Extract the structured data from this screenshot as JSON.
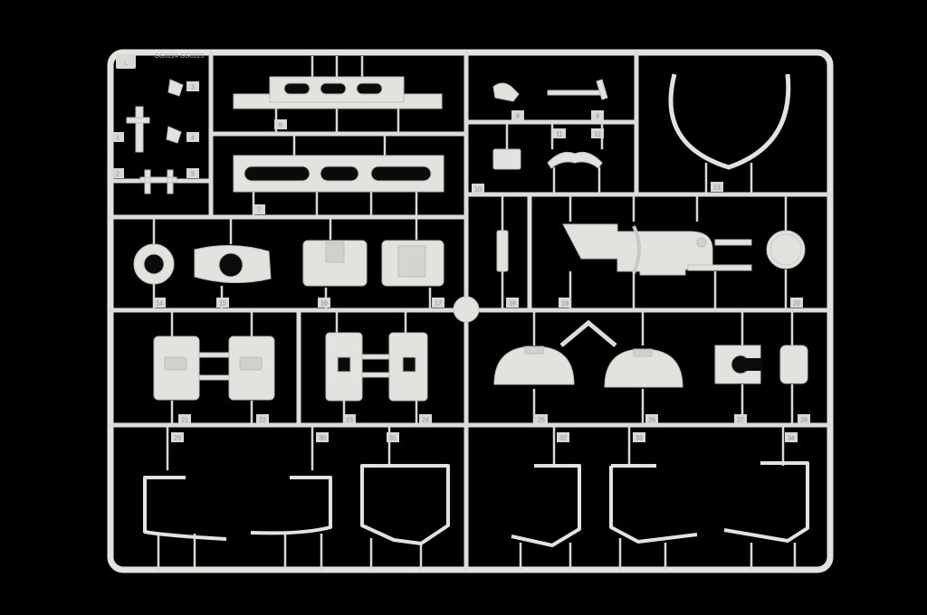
{
  "sprue": {
    "letter": "L",
    "code_text": "GG0224 GG0223",
    "part_numbers": [
      "1",
      "2",
      "3",
      "4",
      "5",
      "6",
      "7",
      "8",
      "9",
      "10",
      "11",
      "12",
      "13",
      "14",
      "15",
      "16",
      "17",
      "18",
      "19",
      "20",
      "21",
      "22",
      "23",
      "24",
      "25",
      "26",
      "27",
      "28",
      "29",
      "30",
      "31",
      "32",
      "33",
      "34"
    ]
  },
  "colors": {
    "background": "#000000",
    "plastic": "#e2e2df",
    "plastic_shadow": "#bdbdb9",
    "hole": "#0b0b0b"
  }
}
